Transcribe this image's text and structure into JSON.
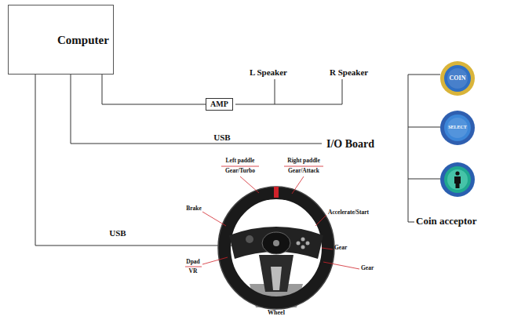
{
  "diagram": {
    "nodes": [
      {
        "text": [
          "Computer"
        ]
      },
      {
        "text": [
          "AMP"
        ]
      },
      {
        "text": [
          "COIN"
        ]
      },
      {
        "text": [
          "SELECT"
        ]
      }
    ],
    "edges": [
      {
        "from": 0,
        "to": 1,
        "arrow": "none"
      }
    ],
    "labels": [
      "L Speaker",
      "R Speaker",
      "USB",
      "I/O Board",
      "Coin acceptor",
      "USB",
      "Left paddle",
      "Gear/Turbo",
      "Right paddle",
      "Gear/Attack",
      "Brake",
      "Accelerate/Start",
      "Gear",
      "Gear",
      "Dpad",
      "VR",
      "Wheel"
    ]
  }
}
